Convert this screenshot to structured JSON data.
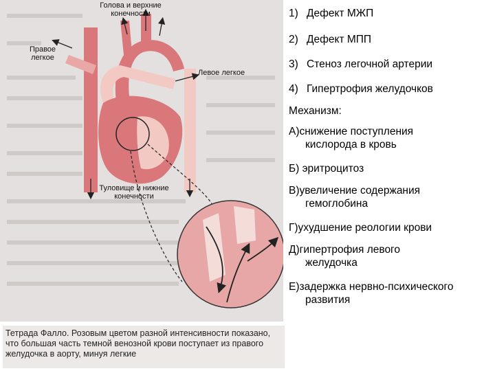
{
  "figure": {
    "labels": {
      "head": "Голова и верхние конечности",
      "right_lung": "Правое легкое",
      "left_lung": "Левое легкое",
      "trunk": "Туловище и нижние конечности"
    },
    "caption": "Тетрада Фалло. Розовым цветом разной интенсивности показано, что большая часть темной венозной крови поступает из правого желудочка в аорту, минуя легкие"
  },
  "defects": [
    {
      "num": "1)",
      "text": "Дефект МЖП"
    },
    {
      "num": "2)",
      "text": "Дефект МПП"
    },
    {
      "num": "3)",
      "text": "Стеноз легочной артерии"
    },
    {
      "num": "4)",
      "text": "Гипертрофия желудочков"
    }
  ],
  "mechanism_title": "Механизм:",
  "mechanism": [
    {
      "line1": "А)снижение поступления",
      "line2": "кислорода в кровь"
    },
    {
      "line1": "Б) эритроцитоз",
      "line2": ""
    },
    {
      "line1": "В)увеличение содержания",
      "line2": "гемоглобина"
    },
    {
      "line1": "Г)ухудшение реологии крови",
      "line2": ""
    },
    {
      "line1": "Д)гипертрофия левого",
      "line2": "желудочка"
    },
    {
      "line1": "Е)задержка нервно-психического",
      "line2": "развития"
    }
  ],
  "colors": {
    "dark_red": "#d9777a",
    "light_pink": "#f2c9c3",
    "background": "#e4e0df"
  }
}
